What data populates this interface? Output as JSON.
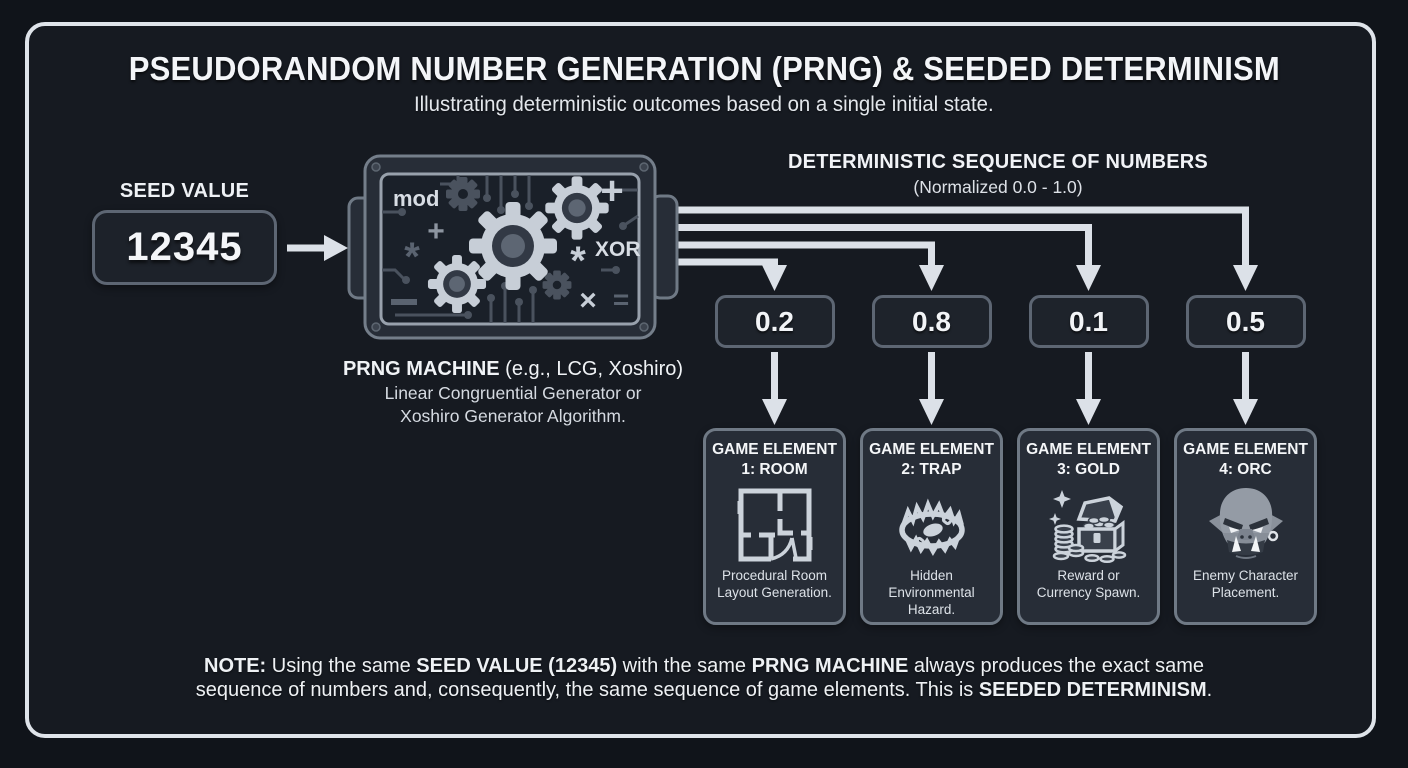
{
  "colors": {
    "background": "#161a21",
    "frame_border": "#dfe4ea",
    "box_fill": "#1d222a",
    "box_border": "#5d6673",
    "card_fill": "#272d37",
    "card_border": "#6f7985",
    "arrow": "#dce1e8",
    "text_primary": "#f2f4f7",
    "text_secondary": "#d5dae1",
    "machine_body": "#272d37",
    "machine_panel": "#1a2029",
    "gear_light": "#c7ced7",
    "gear_dark": "#4a525e"
  },
  "header": {
    "title": "PSEUDORANDOM NUMBER GENERATION (PRNG) & SEEDED DETERMINISM",
    "subtitle": "Illustrating deterministic outcomes based on a single initial state."
  },
  "seed": {
    "label": "SEED VALUE",
    "value": "12345"
  },
  "machine": {
    "name_bold": "PRNG MACHINE",
    "name_detail": " (e.g., LCG, Xoshiro)",
    "desc_line1": "Linear Congruential Generator or",
    "desc_line2": "Xoshiro Generator Algorithm.",
    "symbols": {
      "mod": "mod",
      "xor": "XOR",
      "plus_light": "+",
      "plus_dark": "+",
      "asterisk_light": "*",
      "asterisk_dark": "*",
      "times": "×",
      "equals": "="
    }
  },
  "sequence": {
    "title": "DETERMINISTIC SEQUENCE OF NUMBERS",
    "subtitle": "(Normalized 0.0 - 1.0)",
    "values": [
      "0.2",
      "0.8",
      "0.1",
      "0.5"
    ]
  },
  "elements": [
    {
      "title_line1": "GAME ELEMENT",
      "title_line2": "1: ROOM",
      "icon": "room-floorplan-icon",
      "desc": "Procedural Room Layout Generation."
    },
    {
      "title_line1": "GAME ELEMENT",
      "title_line2": "2: TRAP",
      "icon": "bear-trap-icon",
      "desc": "Hidden Environmental Hazard."
    },
    {
      "title_line1": "GAME ELEMENT",
      "title_line2": "3: GOLD",
      "icon": "treasure-chest-icon",
      "desc": "Reward or Currency Spawn."
    },
    {
      "title_line1": "GAME ELEMENT",
      "title_line2": "4: ORC",
      "icon": "orc-face-icon",
      "desc": "Enemy Character Placement."
    }
  ],
  "note": {
    "segments": [
      {
        "text": "NOTE:",
        "bold": true
      },
      {
        "text": " Using the same ",
        "bold": false
      },
      {
        "text": "SEED VALUE (12345)",
        "bold": true
      },
      {
        "text": " with the same ",
        "bold": false
      },
      {
        "text": "PRNG MACHINE",
        "bold": true
      },
      {
        "text": " always produces the exact same sequence of numbers and, consequently, the same sequence of game elements. This is ",
        "bold": false
      },
      {
        "text": "SEEDED DETERMINISM",
        "bold": true
      },
      {
        "text": ".",
        "bold": false
      }
    ]
  }
}
